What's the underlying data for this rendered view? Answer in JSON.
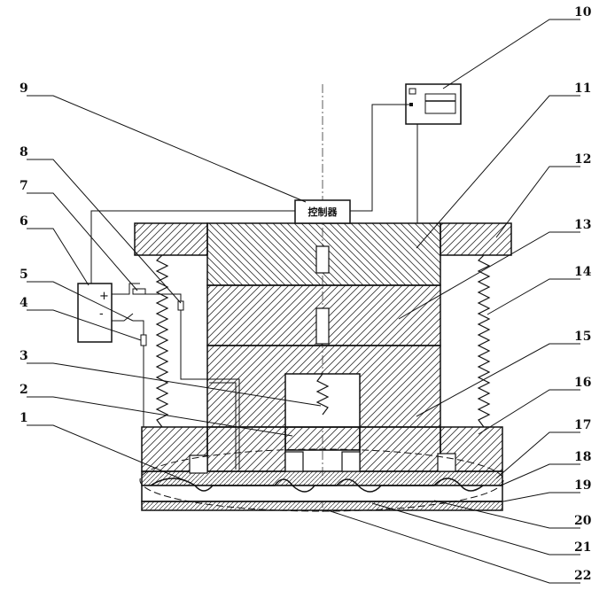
{
  "controller_label": "控制器",
  "battery": {
    "plus": "+",
    "minus": "-"
  },
  "callouts": [
    "1",
    "2",
    "3",
    "4",
    "5",
    "6",
    "7",
    "8",
    "9",
    "10",
    "11",
    "12",
    "13",
    "14",
    "15",
    "16",
    "17",
    "18",
    "19",
    "20",
    "21",
    "22"
  ]
}
